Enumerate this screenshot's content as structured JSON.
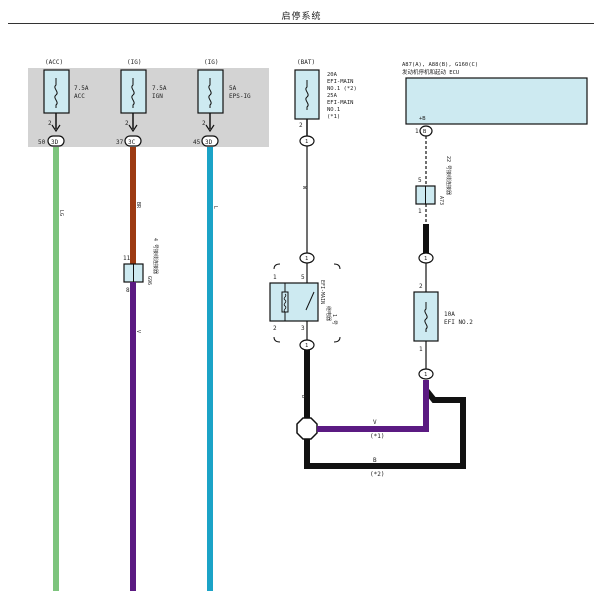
{
  "header": {
    "title": "启停系统"
  },
  "fuses": [
    {
      "source": "(ACC)",
      "rating": "7.5A",
      "name": "ACC",
      "pin": "2",
      "conn_pin": "50",
      "conn": "3D",
      "wire": "LG",
      "wire_color": "#7dc47d"
    },
    {
      "source": "(IG)",
      "rating": "7.5A",
      "name": "IGN",
      "pin": "2",
      "conn_pin": "37",
      "conn": "3C",
      "wire": "BR",
      "wire_color": "#9c3a12"
    },
    {
      "source": "(IG)",
      "rating": "5A",
      "name": "EPS-IG",
      "pin": "2",
      "conn_pin": "45",
      "conn": "3D",
      "wire": "L",
      "wire_color": "#1ba3c7"
    }
  ],
  "bat_fuse": {
    "source": "(BAT)",
    "lines": [
      "20A",
      "EFI-MAIN",
      "NO.1 (*2)",
      "25A",
      "EFI-MAIN",
      "NO.1",
      "(*1)"
    ],
    "pin": "2",
    "conn": "1",
    "wire": "W"
  },
  "connector_g96": {
    "id": "G96",
    "label": "4 号接线连接器",
    "pin_top": "11",
    "pin_bottom": "8",
    "wire_after": "V"
  },
  "relay": {
    "label_top": "EFI-MAIN",
    "label_mid": "继电器",
    "label_bot": "1 号",
    "pin1": "1",
    "pin2": "2",
    "pin3": "3",
    "pin5": "5",
    "conn_top": "1",
    "conn_bottom": "1",
    "wire_after": "B"
  },
  "ecu": {
    "title": "A87(A), A88(B), G160(C)",
    "subtitle": "发动机停机和起动 ECU",
    "pin_num": "1",
    "conn": "B",
    "pin_name": "+B"
  },
  "connector_a73": {
    "id": "A73",
    "label": "22 号接线连接器",
    "pin_top": "5",
    "pin_bottom": "1",
    "conn": "1"
  },
  "efi_fuse": {
    "rating": "10A",
    "name": "EFI NO.2",
    "pin_top": "2",
    "pin_bottom": "1",
    "conn": "1"
  },
  "bottom_wires": {
    "v_label": "V",
    "v_note": "(*1)",
    "b_label": "B",
    "b_note": "(*2)"
  },
  "colors": {
    "grey_box": "#d3d3d3",
    "fuse_fill": "#cdeaf1",
    "violet": "#5b1a82",
    "black": "#111111"
  }
}
